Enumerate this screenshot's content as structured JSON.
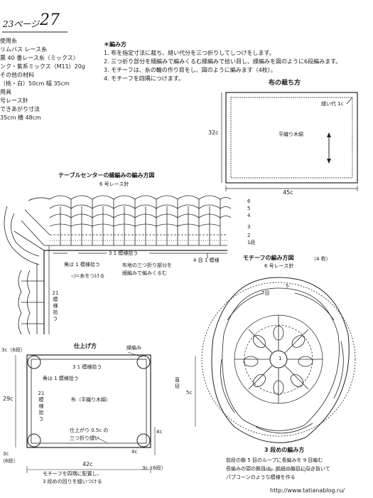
{
  "header": {
    "page_label": "23ページ",
    "page_number": "27"
  },
  "materials": {
    "lines": [
      "使用糸",
      "リムバス レース糸",
      "票 40 番レース糸〈ミックス〉",
      "ンク・紫系ミックス（M11）20g",
      "その他の材料",
      "（桃・白）50cm 幅 35cm",
      "用具",
      "号レース針",
      "できあがり寸法",
      "35cm 横 48cm"
    ]
  },
  "instructions": {
    "title": "＊編み方",
    "steps": [
      "1. 布を指定寸法に裁ち、縫い代分を三つ折りしてしつけをします。",
      "2. 三つ折り部分を細編みで編みくるむ縁編みで拾い目し、縁編みを図のように6段編みます。",
      "3. モチーフは、糸の輪の作り目をし、図のように編みます（4枚）。",
      "4. モチーフを四隅につけます。"
    ]
  },
  "fabric_cut": {
    "title": "布の裁ち方",
    "seam": "縫い代 1c",
    "center": "平織り木綿",
    "height": "32c",
    "width": "45c"
  },
  "edging_chart": {
    "title": "テーブルセンターの縁編みの編み方図",
    "hook": "6 号レース針",
    "row_labels": [
      "6",
      "5",
      "4",
      "3",
      "2",
      "1段"
    ],
    "pick_31": "3 1 模様拾う",
    "pick_1": "4 目 1 模様",
    "corner": "角は 1 模様拾う",
    "attach": "◁＝糸をつける",
    "fabric_wrap_1": "布地の三つ折り部分を",
    "fabric_wrap_2": "細編みで編みくるむ",
    "side_pick": "21 模様 拾う"
  },
  "finishing": {
    "title": "仕上げ方",
    "edging": "縁編み",
    "pick_31": "3 1 模様拾う",
    "corner": "角は 1 模様拾う",
    "side_pick": "21 模様 拾う",
    "center": "布（平織り木綿）",
    "hem_1": "仕上がり 0.5c の",
    "hem_2": "三つ折り縫い",
    "top_left": "3c（6段）",
    "left_height": "29c",
    "bottom_left_1": "3c",
    "bottom_left_2": "（6段）",
    "bottom_width": "42c",
    "bottom_right": "3c（6段）",
    "right_4c_top": "4c",
    "right_4c_bottom": "4c",
    "note_1": "モチーフを四隅に配置し、",
    "note_2": "3 段めの回りを縫いつける"
  },
  "motif_chart": {
    "title": "モチーフの編み方図",
    "count": "（4 枚）",
    "hook": "6 号レース針",
    "row_5": "5",
    "row_7": "7目",
    "row_1": "1",
    "diameter": "直 径",
    "diameter_value": "5c"
  },
  "row3": {
    "title": "3 段めの編み方",
    "line1": "前段の鎖 5 目のループに長編みを 9 目編む",
    "line2": "長編みの頭の鎖目は、前段の鎖目に引き抜いて",
    "line3": "パプコーンのような模様を作る",
    "watermark": "http://tatianablog.ru/"
  },
  "footer": {
    "url": "http://www.tatianablog.ru/"
  }
}
